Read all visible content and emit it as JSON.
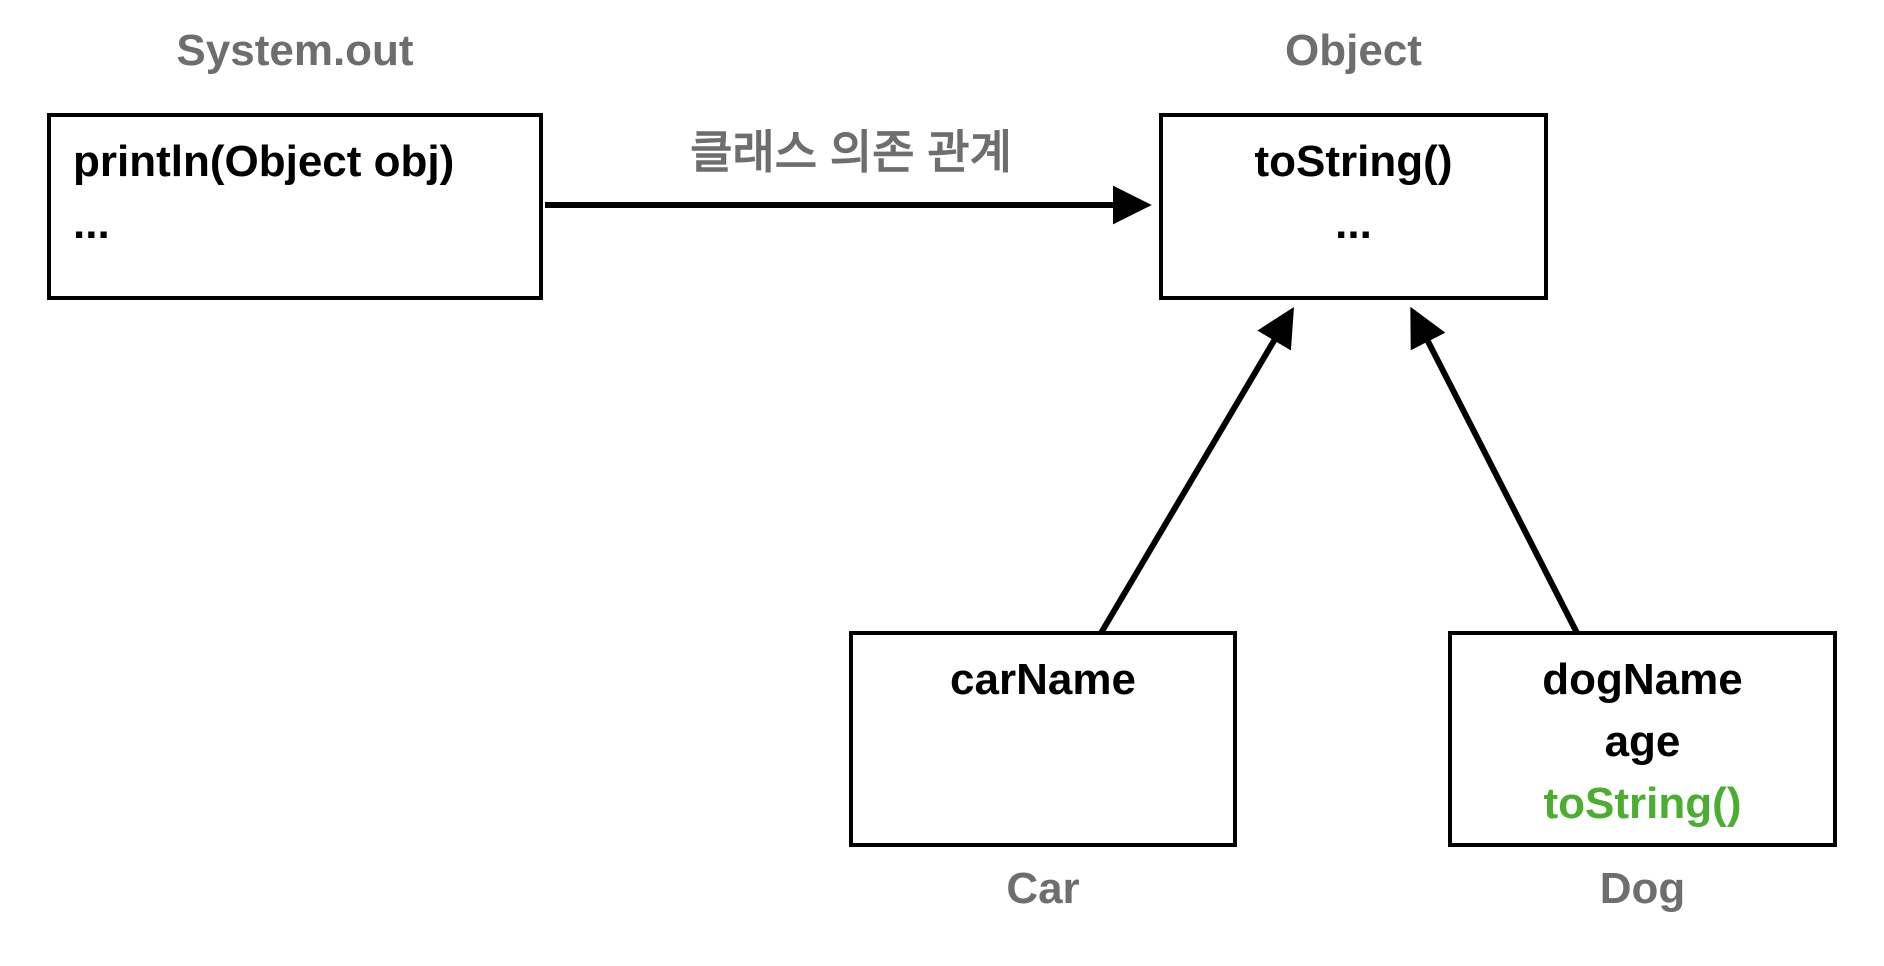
{
  "colors": {
    "label_gray": "#6e6e6e",
    "text_black": "#000000",
    "highlight_green": "#4bae31",
    "arrow_black": "#000000",
    "background": "#ffffff"
  },
  "diagram": {
    "nodes": {
      "system_out": {
        "label": "System.out",
        "lines": [
          "println(Object obj)",
          "..."
        ]
      },
      "object": {
        "label": "Object",
        "lines": [
          "toString()",
          "..."
        ]
      },
      "car": {
        "label": "Car",
        "lines": [
          "carName"
        ]
      },
      "dog": {
        "label": "Dog",
        "lines": [
          "dogName",
          "age",
          "toString()"
        ]
      }
    },
    "edges": [
      {
        "name": "dependency",
        "label": "클래스 의존 관계",
        "from": "System.out",
        "to": "Object"
      },
      {
        "name": "car-to-object",
        "label": "",
        "from": "Car",
        "to": "Object"
      },
      {
        "name": "dog-to-object",
        "label": "",
        "from": "Dog",
        "to": "Object"
      }
    ]
  }
}
